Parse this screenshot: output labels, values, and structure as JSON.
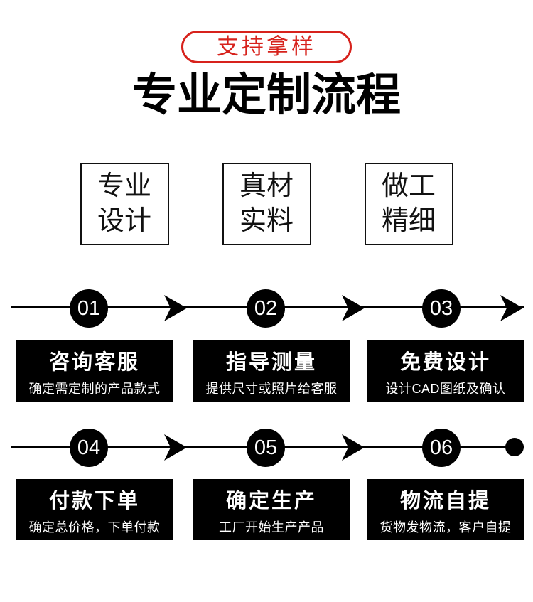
{
  "header": {
    "badge_label": "支持拿样",
    "title": "专业定制流程"
  },
  "colors": {
    "accent_red": "#d7221c",
    "step_box_bg": "#000000",
    "step_box_text": "#ffffff"
  },
  "features": [
    {
      "line1": "专业",
      "line2": "设计"
    },
    {
      "line1": "真材",
      "line2": "实料"
    },
    {
      "line1": "做工",
      "line2": "精细"
    }
  ],
  "steps": [
    {
      "num": "01",
      "title": "咨询客服",
      "desc": "确定需定制的产品款式"
    },
    {
      "num": "02",
      "title": "指导测量",
      "desc": "提供尺寸或照片给客服"
    },
    {
      "num": "03",
      "title": "免费设计",
      "desc": "设计CAD图纸及确认"
    },
    {
      "num": "04",
      "title": "付款下单",
      "desc": "确定总价格，下单付款"
    },
    {
      "num": "05",
      "title": "确定生产",
      "desc": "工厂开始生产产品"
    },
    {
      "num": "06",
      "title": "物流自提",
      "desc": "货物发物流，客户自提"
    }
  ]
}
